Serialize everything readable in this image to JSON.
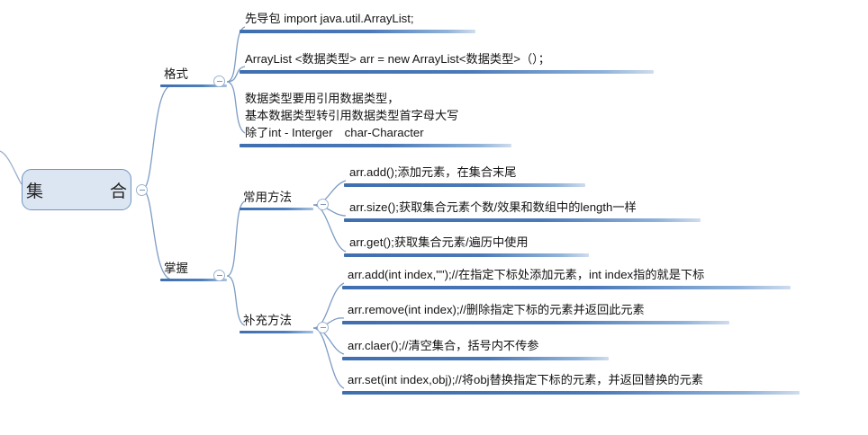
{
  "diagram": {
    "title": "集合 (ArrayList) 思维导图",
    "background": "#ffffff",
    "accent": "#4a79b8",
    "node_fill": "#dce6f2",
    "node_border": "#7193c4"
  },
  "root": {
    "label": "集　　合"
  },
  "branches": [
    {
      "id": "format",
      "label": "格式",
      "topics": [
        {
          "id": "import",
          "lines": [
            "先导包 import java.util.ArrayList;"
          ]
        },
        {
          "id": "declare",
          "lines": [
            "ArrayList <数据类型> arr = new ArrayList<数据类型>（）；"
          ]
        },
        {
          "id": "wrapper-types",
          "lines": [
            "数据类型要用引用数据类型，",
            "基本数据类型转引用数据类型首字母大写",
            "除了int - Interger　char-Character"
          ]
        }
      ]
    },
    {
      "id": "master",
      "label": "掌握",
      "subbranches": [
        {
          "id": "common-methods",
          "label": "常用方法",
          "topics": [
            {
              "id": "add",
              "lines": [
                "arr.add();添加元素，在集合末尾"
              ]
            },
            {
              "id": "size",
              "lines": [
                "arr.size();获取集合元素个数/效果和数组中的length一样"
              ]
            },
            {
              "id": "get",
              "lines": [
                "arr.get();获取集合元素/遍历中使用"
              ]
            }
          ]
        },
        {
          "id": "extra-methods",
          "label": "补充方法",
          "topics": [
            {
              "id": "add-index",
              "lines": [
                "arr.add(int index,\"\");//在指定下标处添加元素，int index指的就是下标"
              ]
            },
            {
              "id": "remove",
              "lines": [
                "arr.remove(int index);//删除指定下标的元素并返回此元素"
              ]
            },
            {
              "id": "clear",
              "lines": [
                "arr.claer();//清空集合，括号内不传参"
              ]
            },
            {
              "id": "set",
              "lines": [
                "arr.set(int index,obj);//将obj替换指定下标的元素，并返回替换的元素"
              ]
            }
          ]
        }
      ]
    }
  ],
  "icons": {
    "collapse": "collapse-toggle-icon"
  }
}
